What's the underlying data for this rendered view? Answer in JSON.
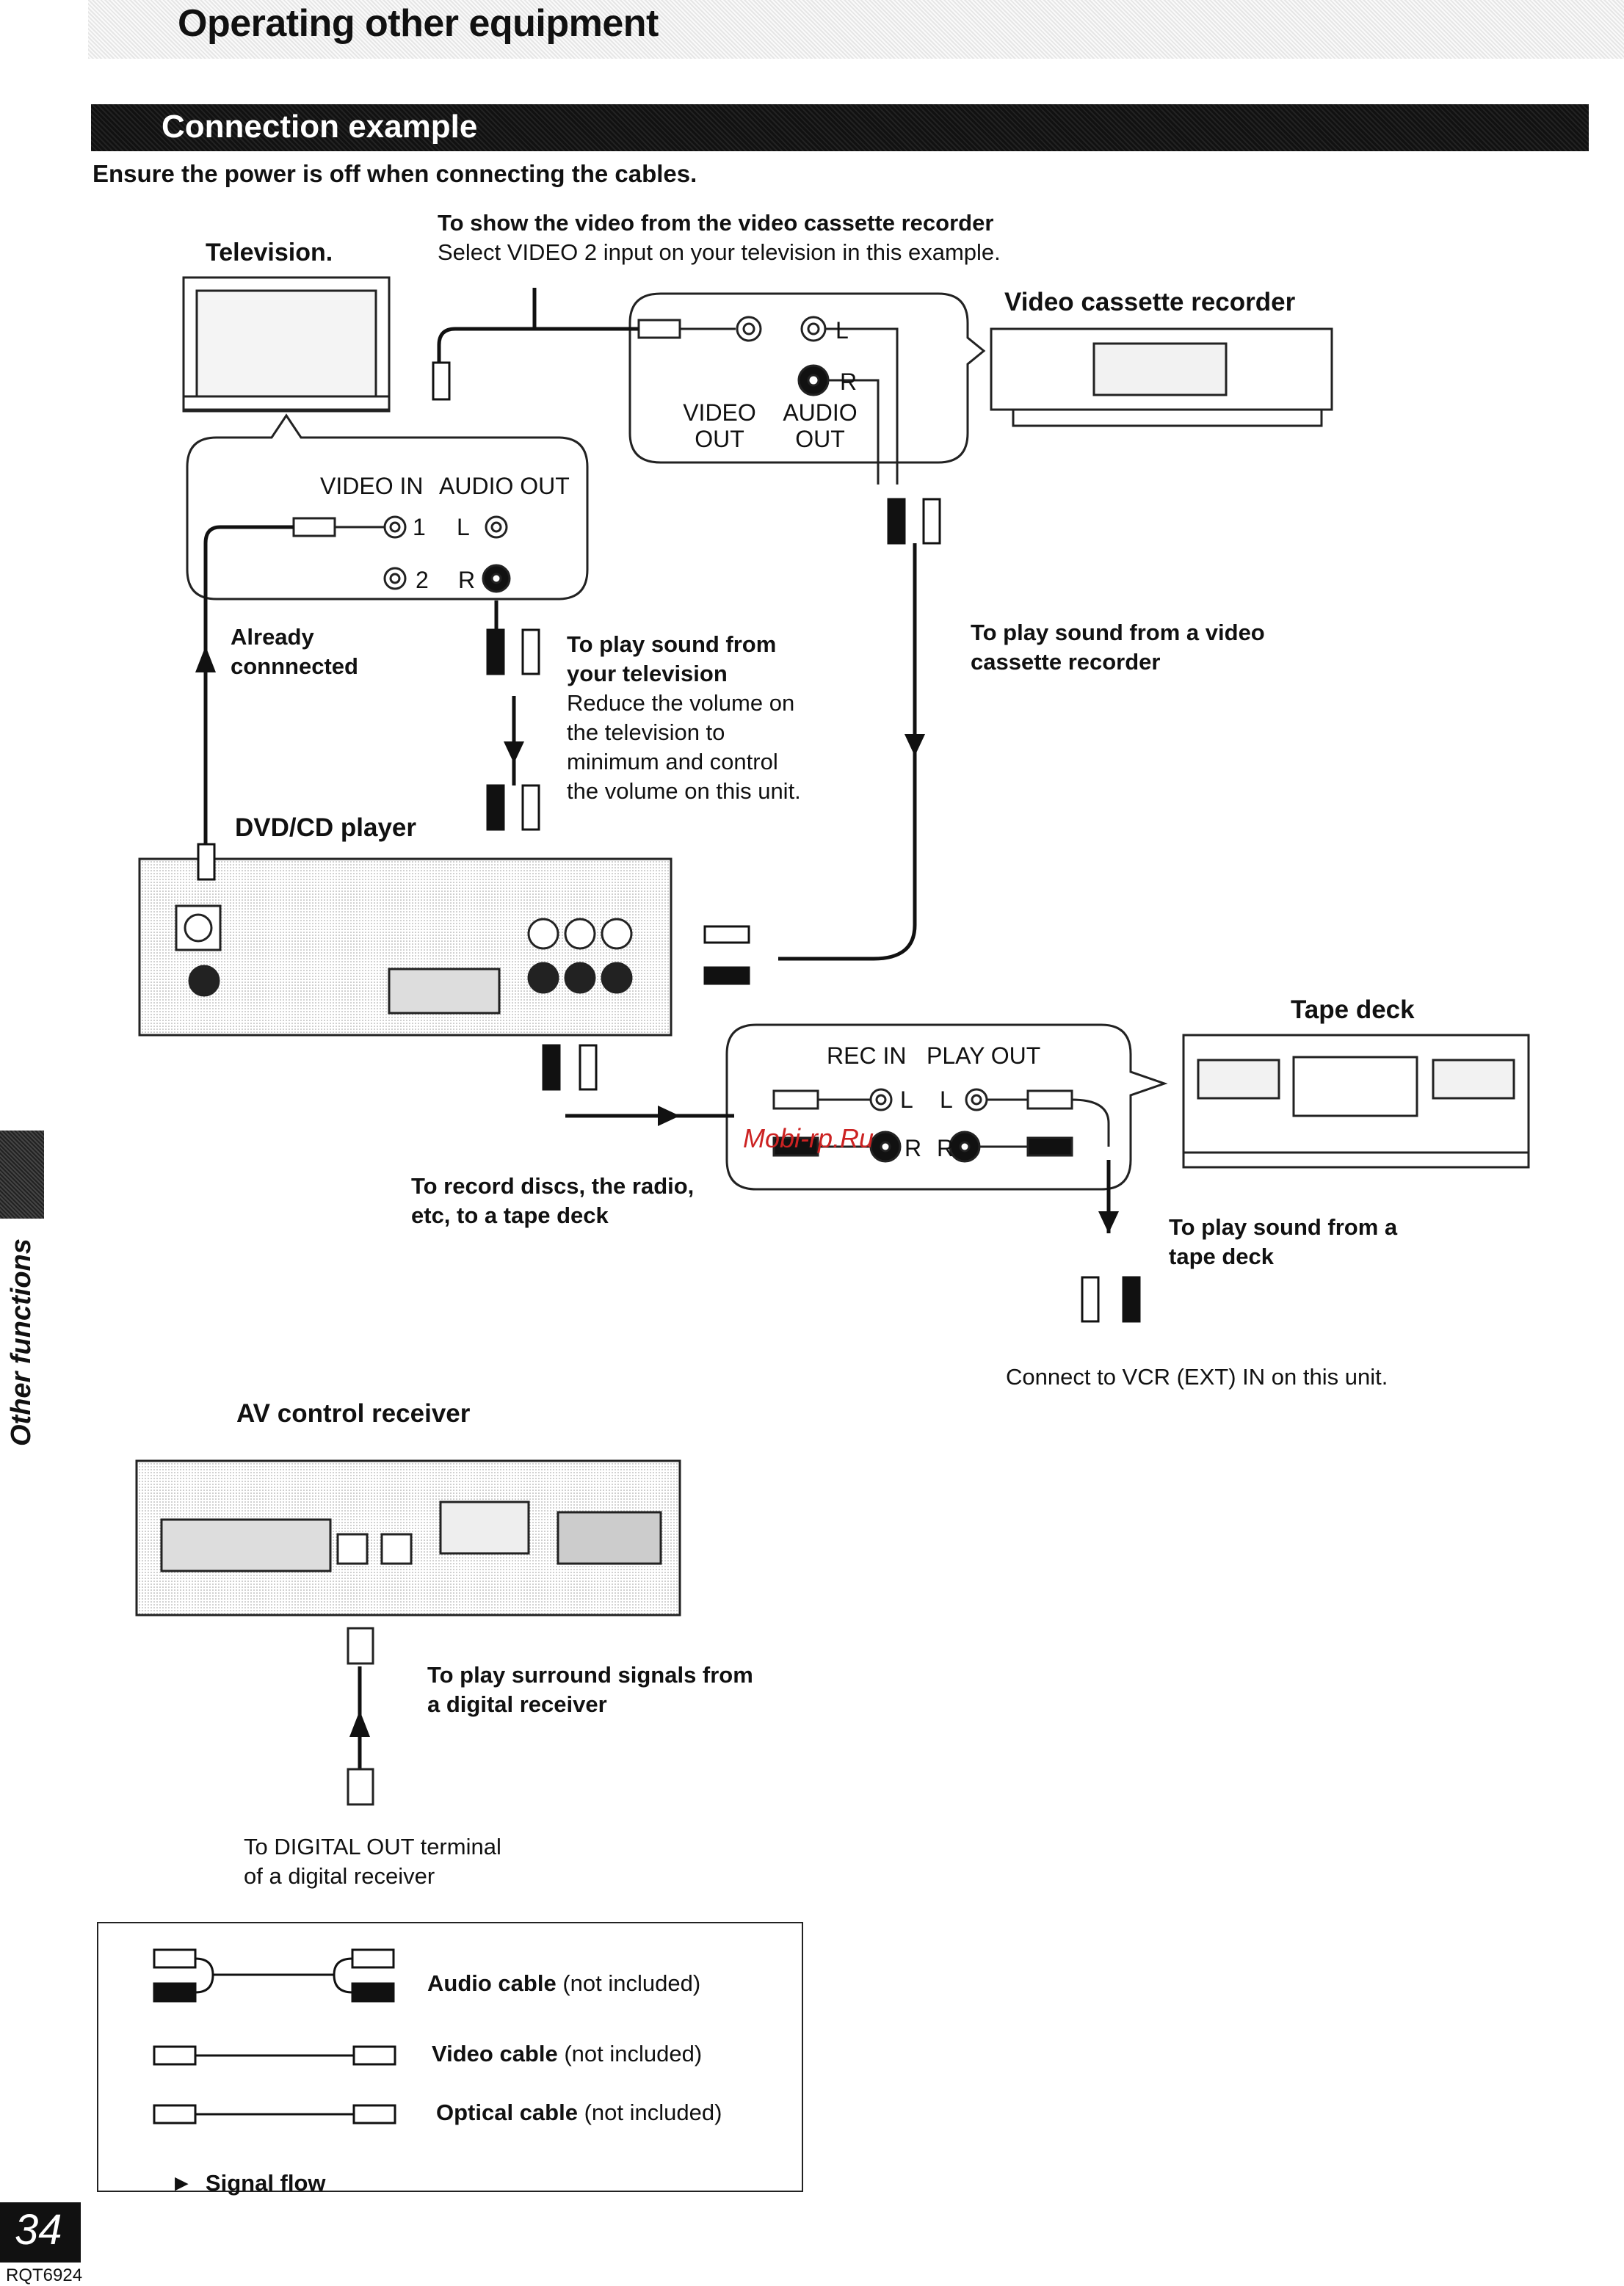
{
  "page_title": "Operating other equipment",
  "section_title": "Connection example",
  "power_note": "Ensure the power is off when connecting the cables.",
  "television": {
    "label": "Television.",
    "video_note_title": "To show the video from the video cassette recorder",
    "video_note_body": "Select VIDEO 2 input on your television in this example.",
    "panel": {
      "video_in": "VIDEO IN",
      "audio_out": "AUDIO OUT",
      "input1": "1",
      "input2": "2",
      "l": "L",
      "r": "R"
    }
  },
  "vcr": {
    "label": "Video cassette recorder",
    "panel": {
      "video_out_1": "VIDEO",
      "video_out_2": "OUT",
      "audio_out_1": "AUDIO",
      "audio_out_2": "OUT",
      "l": "L",
      "r": "R"
    }
  },
  "already_connected": {
    "line1": "Already",
    "line2": "connnected"
  },
  "tv_sound": {
    "title1": "To play sound from",
    "title2": "your television",
    "body1": "Reduce the volume on",
    "body2": "the television to",
    "body3": "minimum and control",
    "body4": "the volume on this unit."
  },
  "vcr_sound": {
    "line1": "To play sound from a video",
    "line2": "cassette recorder"
  },
  "dvd_player": {
    "label": "DVD/CD player"
  },
  "tape_deck": {
    "label": "Tape deck",
    "panel": {
      "rec_in": "REC IN",
      "play_out": "PLAY OUT",
      "l": "L",
      "r": "R"
    }
  },
  "record_note": {
    "line1": "To record discs, the radio,",
    "line2": "etc, to a tape deck"
  },
  "tape_sound": {
    "line1": "To play sound from a",
    "line2": "tape deck"
  },
  "vcr_ext_note": "Connect to VCR (EXT) IN on this unit.",
  "av_receiver": {
    "label": "AV control receiver"
  },
  "surround_note": {
    "line1": "To play surround signals from",
    "line2": "a digital receiver"
  },
  "digital_out_note": {
    "line1": "To DIGITAL OUT terminal",
    "line2": "of a digital receiver"
  },
  "legend": {
    "audio_bold": "Audio cable",
    "audio_rest": " (not included)",
    "video_bold": "Video cable",
    "video_rest": " (not included)",
    "optical_bold": "Optical cable",
    "optical_rest": " (not included)",
    "signal_flow": "Signal flow",
    "signal_flow_marker": "►"
  },
  "side_tab": "Other functions",
  "page_number": "34",
  "doc_code": "RQT6924",
  "watermark": "Mobi-rp.Ru"
}
